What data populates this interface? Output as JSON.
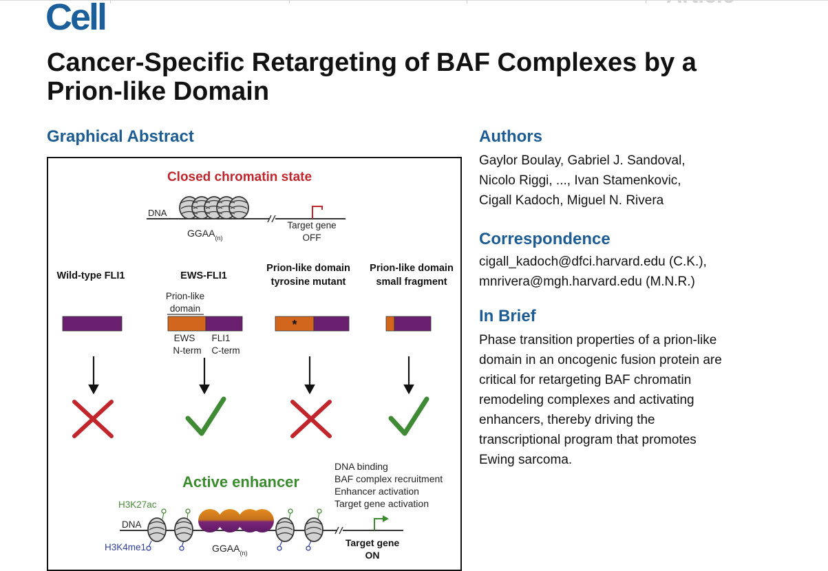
{
  "journal": {
    "logo": "Cell",
    "label": "Article"
  },
  "title": {
    "line1": "Cancer-Specific Retargeting of BAF Complexes by a",
    "line2": "Prion-like Domain"
  },
  "graphical_abstract": {
    "heading": "Graphical Abstract",
    "closed_state_title": "Closed chromatin state",
    "dna_label": "DNA",
    "ggaa_label": "GGAA",
    "ggaa_subscript": "(n)",
    "target_gene_off": [
      "Target gene",
      "OFF"
    ],
    "columns": [
      {
        "label": [
          "Wild-type FLI1"
        ],
        "result": "cross"
      },
      {
        "label": [
          "EWS-FLI1"
        ],
        "result": "check"
      },
      {
        "label": [
          "Prion-like domain",
          "tyrosine mutant"
        ],
        "result": "cross"
      },
      {
        "label": [
          "Prion-like domain",
          "small fragment"
        ],
        "result": "check"
      }
    ],
    "prion_like_domain_label": [
      "Prion-like",
      "domain"
    ],
    "ews_label": [
      "EWS",
      "N-term"
    ],
    "fli1_label": [
      "FLI1",
      "C-term"
    ],
    "mutant_marker": "*",
    "active_enhancer_title": "Active enhancer",
    "effects": [
      "DNA binding",
      "BAF complex recruitment",
      "Enhancer activation",
      "Target gene activation"
    ],
    "h3k27ac_label": "H3K27ac",
    "h3k4me1_label": "H3K4me1",
    "target_gene_on": [
      "Target gene",
      "ON"
    ],
    "colors": {
      "closed_title": "#c0262c",
      "active_title": "#3a8a2e",
      "prion_domain": "#d2661c",
      "fli1_domain": "#6a1f6f",
      "cross": "#c0262c",
      "check": "#3f8a34",
      "h3k27ac": "#4a8a3a",
      "h3k4me1": "#2f3f9a",
      "target_off_arrow": "#c0262c",
      "target_on_arrow": "#3a8a2e"
    }
  },
  "authors": {
    "heading": "Authors",
    "lines": [
      "Gaylor Boulay, Gabriel J. Sandoval,",
      "Nicolo Riggi, ..., Ivan Stamenkovic,",
      "Cigall Kadoch, Miguel N. Rivera"
    ]
  },
  "correspondence": {
    "heading": "Correspondence",
    "lines": [
      "cigall_kadoch@dfci.harvard.edu (C.K.),",
      "mnrivera@mgh.harvard.edu (M.N.R.)"
    ]
  },
  "in_brief": {
    "heading": "In Brief",
    "lines": [
      "Phase transition properties of a prion-like",
      "domain in an oncogenic fusion protein are",
      "critical for retargeting BAF chromatin",
      "remodeling complexes and activating",
      "enhancers, thereby driving the",
      "transcriptional program that promotes",
      "Ewing sarcoma."
    ]
  }
}
